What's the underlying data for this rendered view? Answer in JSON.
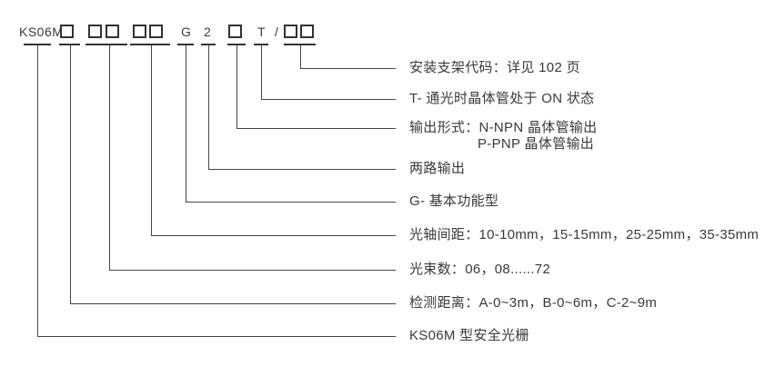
{
  "code": {
    "prefix": "KS06M",
    "function": "G",
    "channels": "2",
    "t_flag": "T",
    "separator": "/"
  },
  "legend": [
    {
      "label": "安装支架代码：详见 102 页"
    },
    {
      "label": "T- 通光时晶体管处于 ON 状态"
    },
    {
      "label": "输出形式：N-NPN 晶体管输出",
      "line2": "P-PNP 晶体管输出"
    },
    {
      "label": "两路输出"
    },
    {
      "label": "G- 基本功能型"
    },
    {
      "label": "光轴间距：10-10mm，15-15mm，25-25mm，35-35mm"
    },
    {
      "label": "光束数：06，08......72"
    },
    {
      "label": "检测距离：A-0~3m，B-0~6m，C-2~9m"
    },
    {
      "label": "KS06M 型安全光栅"
    }
  ],
  "colors": {
    "line": "#454545",
    "tick": "#323232",
    "box_border": "#323232",
    "text": "#3a3a3a",
    "background": "#ffffff"
  }
}
